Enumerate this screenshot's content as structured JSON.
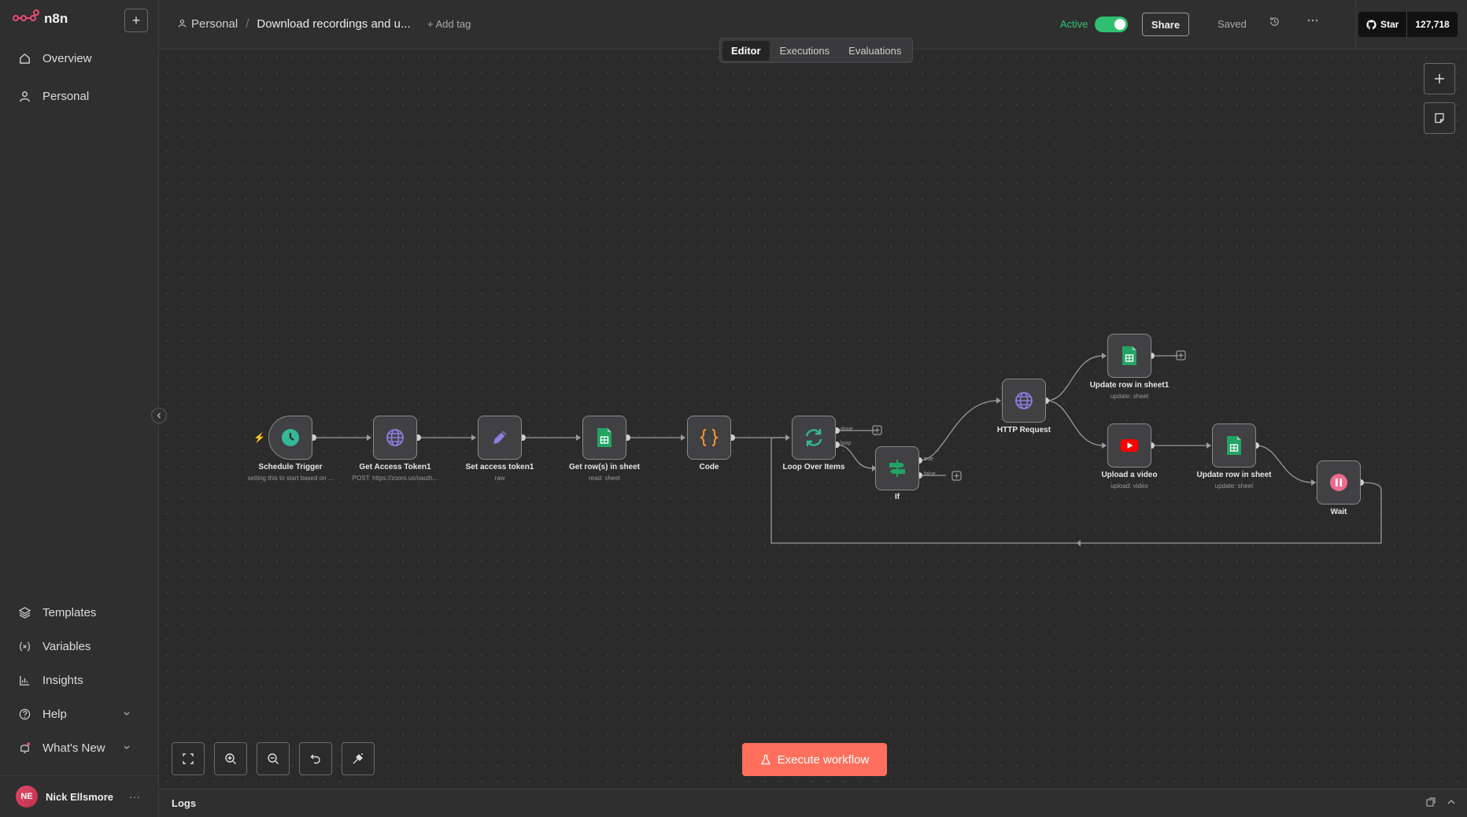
{
  "app": {
    "logo_text": "n8n"
  },
  "sidebar": {
    "new_button": "+",
    "top_items": [
      {
        "label": "Overview"
      },
      {
        "label": "Personal"
      }
    ],
    "bottom_items": [
      {
        "label": "Templates"
      },
      {
        "label": "Variables"
      },
      {
        "label": "Insights"
      },
      {
        "label": "Help"
      },
      {
        "label": "What's New"
      }
    ],
    "user": {
      "initials": "NE",
      "name": "Nick Ellsmore",
      "more": "···"
    }
  },
  "header": {
    "breadcrumb_project": "Personal",
    "breadcrumb_sep": "/",
    "workflow_title": "Download recordings and u...",
    "add_tag": "+ Add tag",
    "active_label": "Active",
    "share_label": "Share",
    "saved_label": "Saved",
    "github_star": "Star",
    "github_count": "127,718"
  },
  "tabs": [
    {
      "label": "Editor",
      "active": true
    },
    {
      "label": "Executions",
      "active": false
    },
    {
      "label": "Evaluations",
      "active": false
    }
  ],
  "canvas": {
    "execute_label": "Execute workflow",
    "nodes": [
      {
        "label": "Schedule Trigger",
        "sub": "setting this to start based on ..."
      },
      {
        "label": "Get Access Token1",
        "sub": "POST: https://zoom.us/oauth..."
      },
      {
        "label": "Set access token1",
        "sub": "raw"
      },
      {
        "label": "Get row(s) in sheet",
        "sub": "read: sheet"
      },
      {
        "label": "Code",
        "sub": ""
      },
      {
        "label": "Loop Over Items",
        "sub": ""
      },
      {
        "label": "If",
        "sub": ""
      },
      {
        "label": "HTTP Request",
        "sub": ""
      },
      {
        "label": "Update row in sheet1",
        "sub": "update: sheet"
      },
      {
        "label": "Upload a video",
        "sub": "upload: video"
      },
      {
        "label": "Update row in sheet",
        "sub": "update: sheet"
      },
      {
        "label": "Wait",
        "sub": ""
      }
    ],
    "ports": {
      "done": "done",
      "loop": "loop",
      "true": "true",
      "false": "false"
    }
  },
  "logs": {
    "label": "Logs"
  },
  "colors": {
    "accent": "#ff6f5c",
    "active_green": "#2fbf71",
    "logo_red": "#ea4b71",
    "sheets_green": "#21a464",
    "code_orange": "#f59b2b",
    "http_purple": "#8b7fe0",
    "youtube_red": "#ff0000",
    "trigger_teal": "#35b897"
  }
}
